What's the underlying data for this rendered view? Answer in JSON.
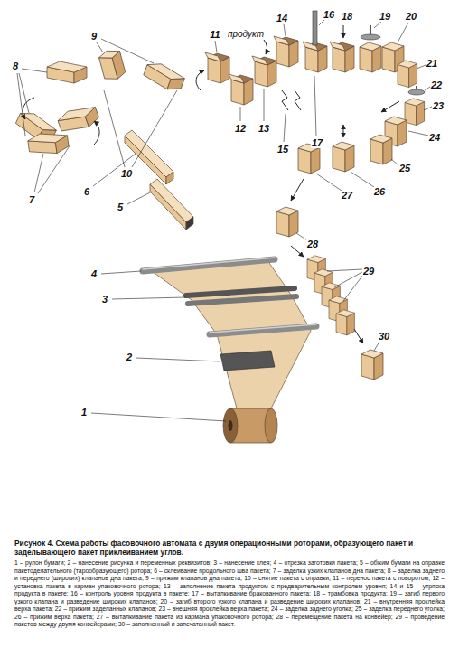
{
  "diagram": {
    "caption": "Рисунок 4. Схема работы фасовочного автомата с двумя операционными роторами, образующего пакет и заделывающего пакет приклеиванием углов.",
    "labels": [
      "1",
      "2",
      "3",
      "4",
      "5",
      "6",
      "7",
      "8",
      "9",
      "10",
      "11",
      "12",
      "13",
      "14",
      "15",
      "16",
      "17",
      "18",
      "19",
      "20",
      "21",
      "22",
      "23",
      "24",
      "25",
      "26",
      "27",
      "28",
      "29",
      "30",
      "продукт",
      "1 – рулон бумаги; 2 – нанесение рисунка и переменных реквизитов; 3 – нанесение клея; 4 – отрезка заготовки пакета; 5 – обжим бумаги на оправке пакетоделательного (тарообразующего) ротора; 6 – склеивание продольного шва пакета; 7 – заделка узких клапанов дна пакета; 8 – заделка заднего и переднего (широких) клапанов дна пакета; 9 – прижим клапанов дна пакета; 10 – снятие пакета с оправки; 11 – перенос пакета с поворотом; 12 – установка пакета в карман упаковочного ротора; 13 – заполнение пакета продуктом с предварительным контролем уровня; 14 и 15 – утряска продукта в пакете; 16 – контроль уровня продукта в пакете; 17 – выталкивание бракованного пакета; 18 – трамбовка продукта; 19 – загиб первого узкого клапана и разведение широких клапанов; 20 – загиб второго узкого клапана и разведение широких клапанов; 21 – внутренняя проклейка верха пакета; 22 – прижим заделанных клапанов; 23 – внешняя проклейка верха пакета; 24 – заделка заднего уголка; 25 – заделка переднего уголка; 26 – прижим верха пакета; 27 – выталкивание пакета из кармана упаковочного ротора; 28 – перемещение пакета на конвейер; 29 – проведение пакетов между двумя конвейерами; 30 – заполненный и запечатанный пакет."
    ]
  }
}
